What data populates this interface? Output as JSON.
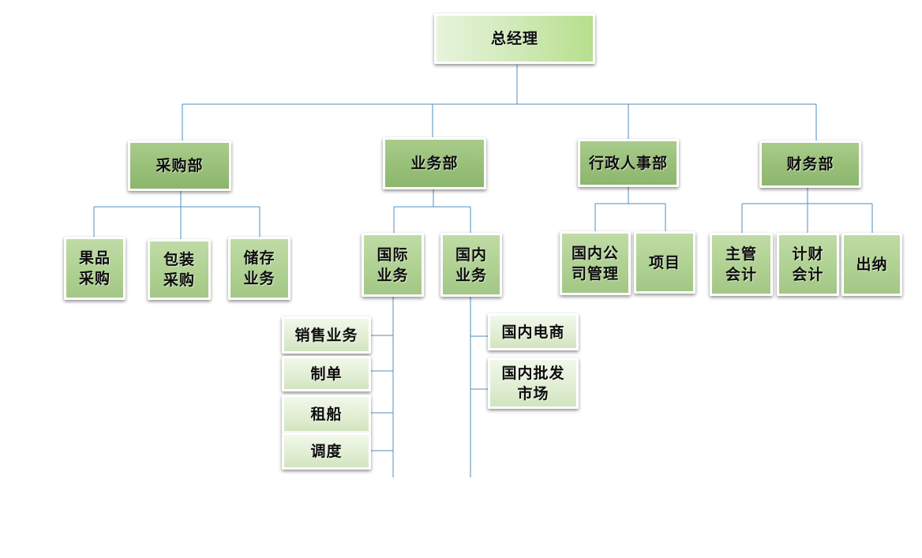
{
  "org": {
    "ceo": "总经理",
    "departments": {
      "purchasing": "采购部",
      "business": "业务部",
      "admin": "行政人事部",
      "finance": "财务部"
    },
    "purchasing_units": [
      "果品\n采购",
      "包装\n采购",
      "储存\n业务"
    ],
    "business_units": [
      "国际\n业务",
      "国内\n业务"
    ],
    "admin_units": [
      "国内公\n司管理",
      "项目"
    ],
    "finance_units": [
      "主管\n会计",
      "计财\n会计",
      "出纳"
    ],
    "international_tasks": [
      "销售业务",
      "制单",
      "租船",
      "调度"
    ],
    "domestic_tasks": [
      "国内电商",
      "国内批发\n市场"
    ]
  },
  "colors": {
    "connector": "#4f8fbf",
    "department_fill": "#9bc27c",
    "unit_fill": "#afd192",
    "task_fill": "#e0edd2"
  }
}
